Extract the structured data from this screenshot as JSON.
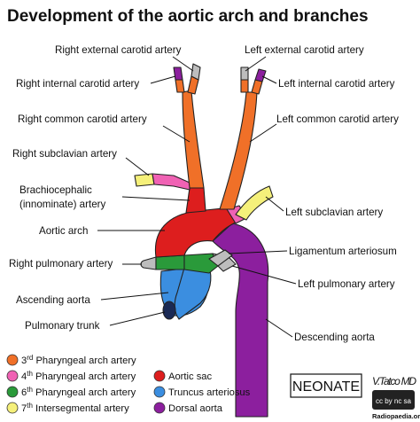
{
  "title": "Development of the aortic arch and branches",
  "labels": {
    "right_external_carotid": "Right external carotid artery",
    "left_external_carotid": "Left external carotid artery",
    "right_internal_carotid": "Right internal carotid artery",
    "left_internal_carotid": "Left internal carotid artery",
    "right_common_carotid": "Right common carotid artery",
    "left_common_carotid": "Left common carotid artery",
    "right_subclavian": "Right subclavian artery",
    "brachiocephalic_1": "Brachiocephalic",
    "brachiocephalic_2": "(innominate) artery",
    "left_subclavian": "Left subclavian artery",
    "aortic_arch": "Aortic arch",
    "ligamentum_arteriosum": "Ligamentum arteriosum",
    "right_pulmonary": "Right pulmonary artery",
    "left_pulmonary": "Left pulmonary artery",
    "ascending_aorta": "Ascending aorta",
    "pulmonary_trunk": "Pulmonary trunk",
    "descending_aorta": "Descending aorta"
  },
  "legend": [
    {
      "num": "3",
      "sup": "rd",
      "text": " Pharyngeal arch artery",
      "color": "#f07028"
    },
    {
      "num": "4",
      "sup": "th",
      "text": " Pharyngeal arch artery",
      "color": "#f062b4"
    },
    {
      "num": "6",
      "sup": "th",
      "text": " Pharyngeal arch artery",
      "color": "#2a9a3a"
    },
    {
      "num": "7",
      "sup": "th",
      "text": " Intersegmental artery",
      "color": "#f5f07a"
    },
    {
      "num": "",
      "sup": "",
      "text": "Aortic sac",
      "color": "#dd1e1e"
    },
    {
      "num": "",
      "sup": "",
      "text": "Truncus arteriosus",
      "color": "#3b8ee0"
    },
    {
      "num": "",
      "sup": "",
      "text": "Dorsal aorta",
      "color": "#8c1f9e"
    }
  ],
  "stage_label": "NEONATE",
  "credit": {
    "signature": "V.Tatco MD",
    "badge": "cc by nc sa",
    "site": "Radiopaedia.org"
  },
  "colors": {
    "orange": "#f07028",
    "pink": "#f062b4",
    "green": "#2a9a3a",
    "yellow": "#f5f07a",
    "red": "#dd1e1e",
    "blue": "#3b8ee0",
    "purple": "#8c1f9e",
    "grey": "#bdbdbd",
    "dark_navy": "#1a2a55"
  }
}
